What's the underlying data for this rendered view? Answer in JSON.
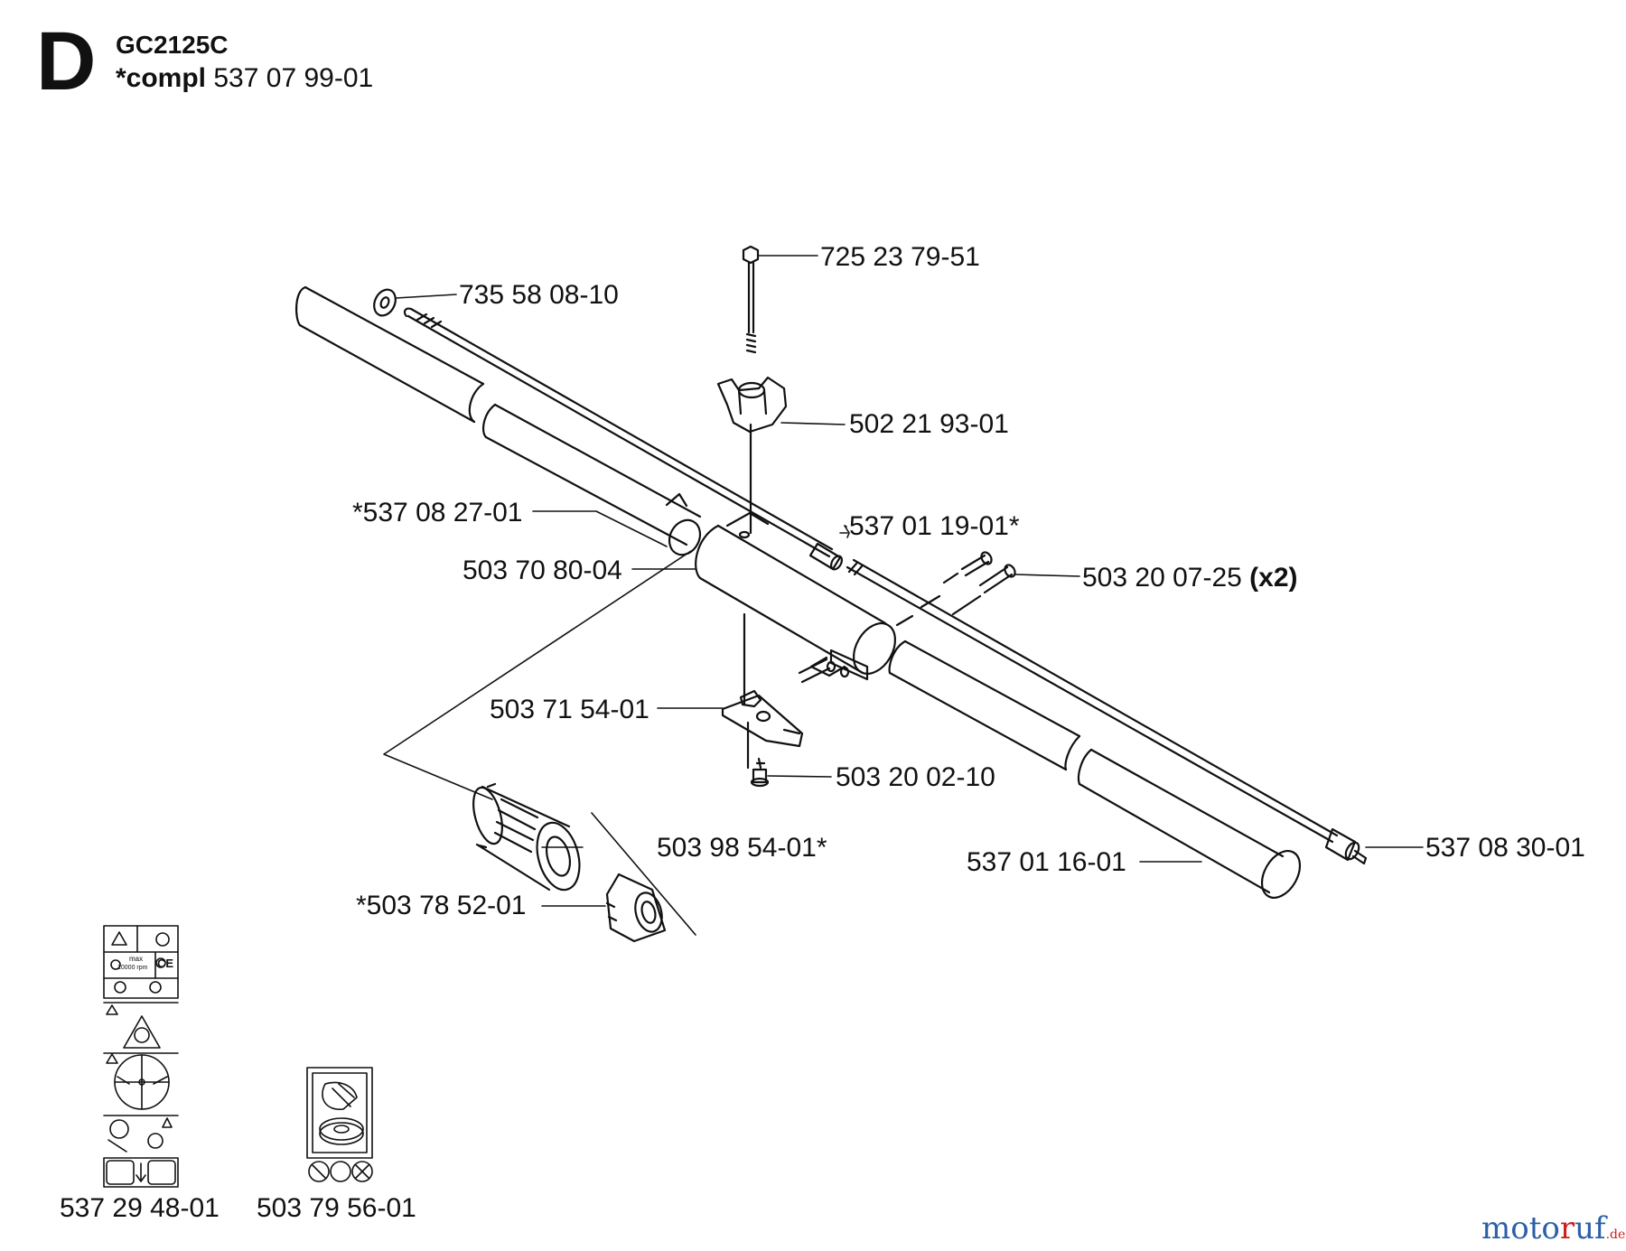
{
  "section_letter": "D",
  "model": "GC2125C",
  "compl": {
    "label": "*compl",
    "number": "537 07 99-01"
  },
  "parts": {
    "bolt": "725 23 79-51",
    "washer": "735 58 08-10",
    "wing_nut": "502 21 93-01",
    "upper_tube": "*537 08 27-01",
    "clamp_housing": "503 70 80-04",
    "drive_shaft_joint": "537 01 19-01*",
    "clamp_screws": "503 20 07-25",
    "clamp_screws_qty": "(x2)",
    "bracket": "503 71 54-01",
    "bracket_screw": "503 20 02-10",
    "handle_grip": "503 98 54-01*",
    "grip_nut": "*503 78 52-01",
    "lower_tube": "537 01 16-01",
    "drive_shaft_end": "537 08 30-01"
  },
  "decals": {
    "warning_decal": "537 29 48-01",
    "spool_decal": "503 79 56-01",
    "warning_decal_text": {
      "max": "max",
      "rpm": "10000 rpm",
      "ce": "CE"
    }
  },
  "watermark": {
    "a": "moto",
    "b": "r",
    "c": "uf",
    "d": ".de"
  },
  "colors": {
    "line": "#111111",
    "background": "#ffffff",
    "watermark_blue": "#2b5fa8",
    "watermark_red": "#c8201e"
  }
}
